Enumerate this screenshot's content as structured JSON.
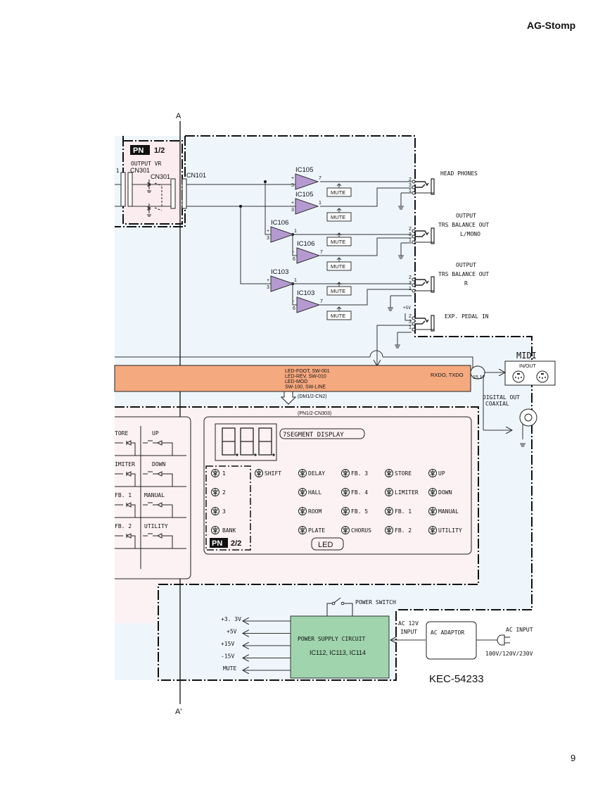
{
  "page": {
    "header_title": "AG-Stomp",
    "page_number": "9",
    "drawing_code": "KEC-54233"
  },
  "section_markers": {
    "top": "A",
    "bottom": "A'"
  },
  "colors": {
    "main_board_bg": "#eef6fc",
    "panel_board_bg": "#fcf1f3",
    "bus_bar": "#f5a97f",
    "power_block": "#9fd4ad",
    "opamp_fill": "#b59ad1"
  },
  "pn_board_1": {
    "badge": "PN",
    "fraction": "1/2",
    "title": "OUTPUT VR",
    "connector_left": "CN301",
    "connector_right": "CN301",
    "pin_label": "1"
  },
  "main_connector": "CN101",
  "opamps": [
    {
      "id": "ic105a",
      "label": "IC105",
      "in_pin": "5",
      "in_sign": "+",
      "out_pin": "7"
    },
    {
      "id": "ic105b",
      "label": "IC105",
      "in_pin": "3",
      "in_sign": "+",
      "out_pin": "1"
    },
    {
      "id": "ic106a",
      "label": "IC106",
      "in_pin": "3",
      "in_sign": "+",
      "out_pin": "1"
    },
    {
      "id": "ic106b",
      "label": "IC106",
      "in_pin": "6",
      "in_sign": "-",
      "out_pin": "7"
    },
    {
      "id": "ic103a",
      "label": "IC103",
      "in_pin": "3",
      "in_sign": "+",
      "out_pin": "1"
    },
    {
      "id": "ic103b",
      "label": "IC103",
      "in_pin": "6",
      "in_sign": "-",
      "out_pin": "7"
    }
  ],
  "mute_label": "MUTE",
  "jacks": [
    {
      "id": "headphones",
      "lines": [
        "HEAD PHONES"
      ],
      "pins": [
        "2",
        "3",
        "1"
      ]
    },
    {
      "id": "out-l",
      "lines": [
        "OUTPUT",
        "TRS BALANCE OUT",
        "L/MONO"
      ],
      "pins": [
        "2",
        "3",
        "1"
      ]
    },
    {
      "id": "out-r",
      "lines": [
        "OUTPUT",
        "TRS BALANCE OUT",
        "R"
      ],
      "pins": [
        "2",
        "3",
        "1"
      ]
    },
    {
      "id": "exp-pedal",
      "lines": [
        "EXP. PEDAL IN"
      ],
      "pins": [
        "2",
        "3",
        "1"
      ],
      "supply": "+5V"
    }
  ],
  "bus": {
    "signals": [
      "LED-FOOT, SW-001",
      "LED-REV, SW-010",
      "LED-MOD",
      "SW-100, SW-LINE"
    ],
    "serial": "RXDO, TXDO",
    "serial_pins": "15,17",
    "conn_from": "(DM1/2-CN2)",
    "conn_to": "(PN1/2-CN303)"
  },
  "midi": {
    "title": "MIDI",
    "subtitle": "IN/OUT"
  },
  "digital_out": [
    "DIGITAL OUT",
    "COAXIAL"
  ],
  "switch_matrix": [
    {
      "left": "TORE",
      "right": "UP"
    },
    {
      "left": "IMITER",
      "right": "DOWN"
    },
    {
      "left": "FB. 1",
      "right": "MANUAL"
    },
    {
      "left": "FB. 2",
      "right": "UTILITY"
    }
  ],
  "display_label": "7SEGMENT DISPLAY",
  "pn_board_2": {
    "badge": "PN",
    "fraction": "2/2",
    "leds": [
      "1",
      "2",
      "3",
      "BANK"
    ]
  },
  "led_label": "LED",
  "led_grid": [
    [
      "SHIFT",
      "DELAY",
      "FB. 3",
      "STORE",
      "UP"
    ],
    [
      "",
      "HALL",
      "FB. 4",
      "LIMITER",
      "DOWN"
    ],
    [
      "",
      "ROOM",
      "FB. 5",
      "FB. 1",
      "MANUAL"
    ],
    [
      "",
      "PLATE",
      "CHORUS",
      "FB. 2",
      "UTILITY"
    ]
  ],
  "power": {
    "switch_label": "POWER SWITCH",
    "block_title": "POWER SUPPLY CIRCUIT",
    "block_ics": "IC112, IC113, IC114",
    "rails": [
      "+3. 3V",
      "+5V",
      "+15V",
      "-15V",
      "MUTE"
    ],
    "input_label": [
      "AC 12V",
      "INPUT"
    ],
    "adaptor_label": "AC ADAPTOR",
    "ac_input_label": "AC INPUT",
    "voltages": "100V/120V/230V"
  }
}
